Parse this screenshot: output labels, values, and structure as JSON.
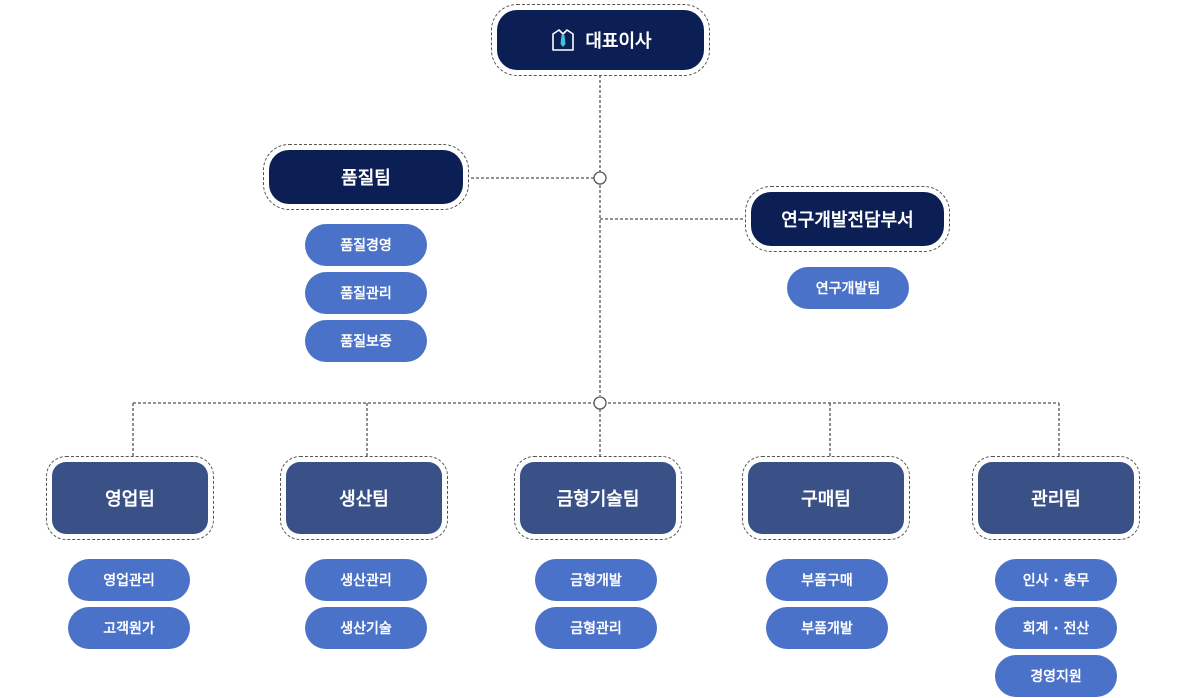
{
  "colors": {
    "executive_box": "#0b1f55",
    "team_box": "#3a5187",
    "sub_box": "#4a72c8",
    "connector": "#555555"
  },
  "ceo": {
    "label": "대표이사",
    "icon": "shirt-tie-icon"
  },
  "quality": {
    "label": "품질팀",
    "items": [
      "품질경영",
      "품질관리",
      "품질보증"
    ]
  },
  "rnd": {
    "label": "연구개발전담부서",
    "items": [
      "연구개발팀"
    ]
  },
  "teams": [
    {
      "label": "영업팀",
      "items": [
        "영업관리",
        "고객원가"
      ]
    },
    {
      "label": "생산팀",
      "items": [
        "생산관리",
        "생산기술"
      ]
    },
    {
      "label": "금형기술팀",
      "items": [
        "금형개발",
        "금형관리"
      ]
    },
    {
      "label": "구매팀",
      "items": [
        "부품구매",
        "부품개발"
      ]
    },
    {
      "label": "관리팀",
      "items": [
        "인사 · 총무",
        "회계 · 전산",
        "경영지원"
      ]
    }
  ]
}
